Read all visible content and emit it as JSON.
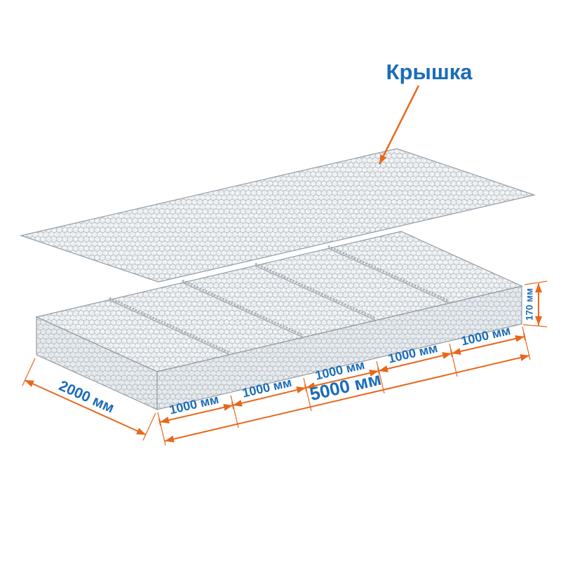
{
  "diagram": {
    "title": "Крышка",
    "colors": {
      "orange": "#e8671b",
      "blue": "#1b6cb8",
      "mesh": "#a9b1b9",
      "meshLight": "#bcc3c9",
      "edge": "#949da5",
      "faceLight": "#f3f5f6",
      "faceDark": "#e9edf0"
    },
    "dimensions": {
      "width_label": "2000 мм",
      "total_length_label": "5000 мм",
      "height_label": "170 мм",
      "segment_labels": [
        "1000 мм",
        "1000 мм",
        "1000 мм",
        "1000 мм",
        "1000 мм"
      ]
    }
  }
}
